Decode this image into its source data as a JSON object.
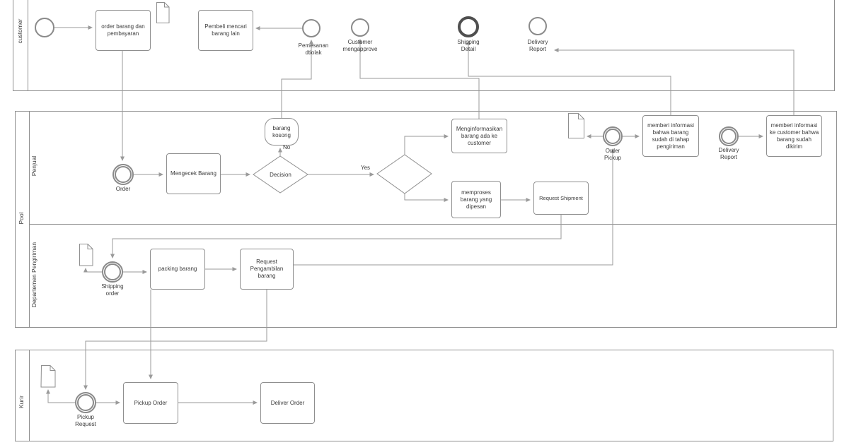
{
  "lanes": {
    "customer": "customer",
    "pool": "Pool",
    "penjual": "Penjual",
    "departemen_pengiriman": "Departemen Pengiriman",
    "kurir": "Kurir"
  },
  "nodes": {
    "task_order_barang": "order barang dan pembayaran",
    "task_pembeli_mencari": "Pembeli mencari barang lain",
    "event_pemesanan_ditolak": "Pemesanan\ndtiolak",
    "event_customer_mengapprove": "Customer\nmengapprove",
    "event_shipping_detail": "Shipping\nDetail",
    "event_delivery_report_customer": "Delivery\nReport",
    "event_order": "Order",
    "task_mengecek_barang": "Mengecek Barang",
    "gateway_decision": "Decision",
    "event_barang_kosong": "barang kosong",
    "task_menginformasikan": "Menginformasikan barang ada ke customer",
    "task_memproses": "memproses barang yang dipesan",
    "task_request_shipment": "Request Shipment",
    "event_order_pickup": "Order\nPickup",
    "task_memberi_informasi_pengiriman": "memberi informasi bahwa barang sudah di tahap pengiriman",
    "event_delivery_report_penjual": "Delivery\nReport",
    "task_memberi_informasi_dikirim": "memberi informasi ke customer bahwa barang sudah dikirim",
    "event_shipping_order": "Shipping\norder",
    "task_packing_barang": "packing barang",
    "task_request_pengambilan": "Request Pengambilan barang",
    "event_pickup_request": "Pickup\nRequest",
    "task_pickup_order": "Pickup Order",
    "task_deliver_order": "Deliver Order"
  },
  "edge_labels": {
    "yes": "Yes",
    "no": "No"
  },
  "colors": {
    "shape_stroke": "#8f8f8f",
    "connector": "#9a9a9a",
    "end_event_stroke": "#4f4f4f",
    "text": "#3b3b3b",
    "background": "#ffffff"
  }
}
